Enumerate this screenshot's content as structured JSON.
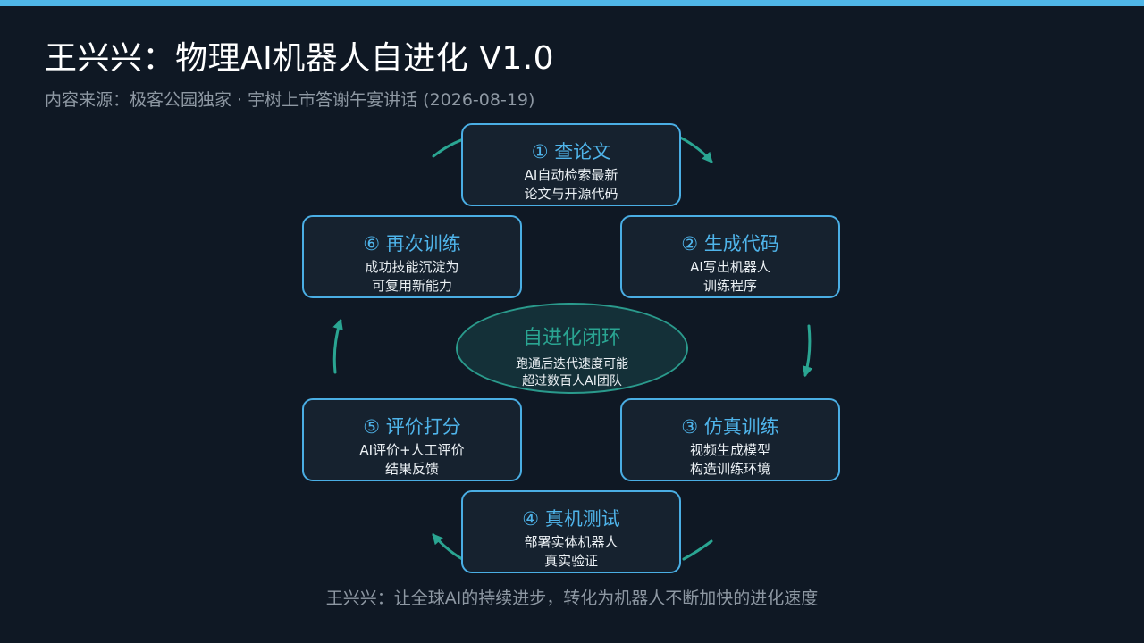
{
  "header": {
    "title": "王兴兴：物理AI机器人自进化 V1.0",
    "subtitle": "内容来源：极客公园独家 · 宇树上市答谢午宴讲话 (2026-08-19)"
  },
  "center": {
    "title": "自进化闭环",
    "desc": "跑通后迭代速度可能\n超过数百人AI团队"
  },
  "steps": [
    {
      "title": "① 查论文",
      "desc": "AI自动检索最新\n论文与开源代码"
    },
    {
      "title": "② 生成代码",
      "desc": "AI写出机器人\n训练程序"
    },
    {
      "title": "③ 仿真训练",
      "desc": "视频生成模型\n构造训练环境"
    },
    {
      "title": "④ 真机测试",
      "desc": "部署实体机器人\n真实验证"
    },
    {
      "title": "⑤ 评价打分",
      "desc": "AI评价+人工评价\n结果反馈"
    },
    {
      "title": "⑥ 再次训练",
      "desc": "成功技能沉淀为\n可复用新能力"
    }
  ],
  "footer": "王兴兴：让全球AI的持续进步，转化为机器人不断加快的进化速度",
  "colors": {
    "accent_blue": "#4fb6e8",
    "accent_teal": "#2a9a8c",
    "background": "#0f1824"
  }
}
